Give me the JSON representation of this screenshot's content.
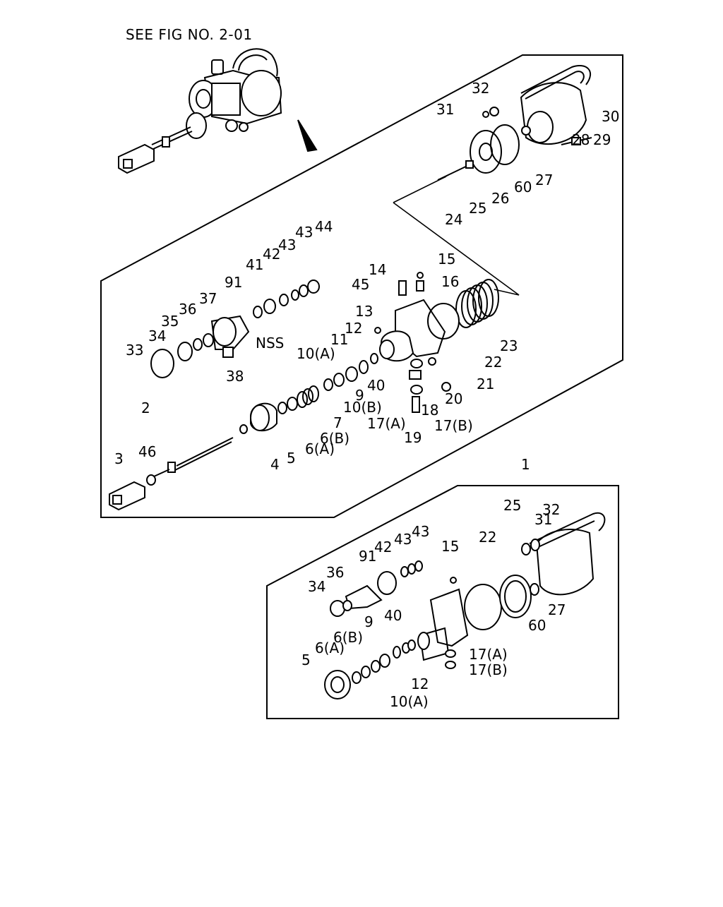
{
  "diagram": {
    "reference_note": "SEE FIG NO. 2-01",
    "main_view_labels": [
      "1",
      "2",
      "3",
      "4",
      "5",
      "6(A)",
      "6(B)",
      "7",
      "9",
      "10(A)",
      "10(B)",
      "11",
      "12",
      "13",
      "14",
      "15",
      "16",
      "17(A)",
      "17(B)",
      "18",
      "19",
      "20",
      "21",
      "22",
      "23",
      "24",
      "25",
      "26",
      "27",
      "28",
      "29",
      "30",
      "31",
      "32",
      "33",
      "34",
      "35",
      "36",
      "37",
      "38",
      "40",
      "41",
      "42",
      "43",
      "43",
      "44",
      "45",
      "46",
      "60",
      "91",
      "NSS"
    ],
    "kit_view_labels": [
      "5",
      "6(A)",
      "6(B)",
      "9",
      "10(A)",
      "12",
      "15",
      "17(A)",
      "17(B)",
      "22",
      "25",
      "27",
      "31",
      "32",
      "34",
      "36",
      "40",
      "42",
      "43",
      "43",
      "60",
      "91"
    ]
  }
}
